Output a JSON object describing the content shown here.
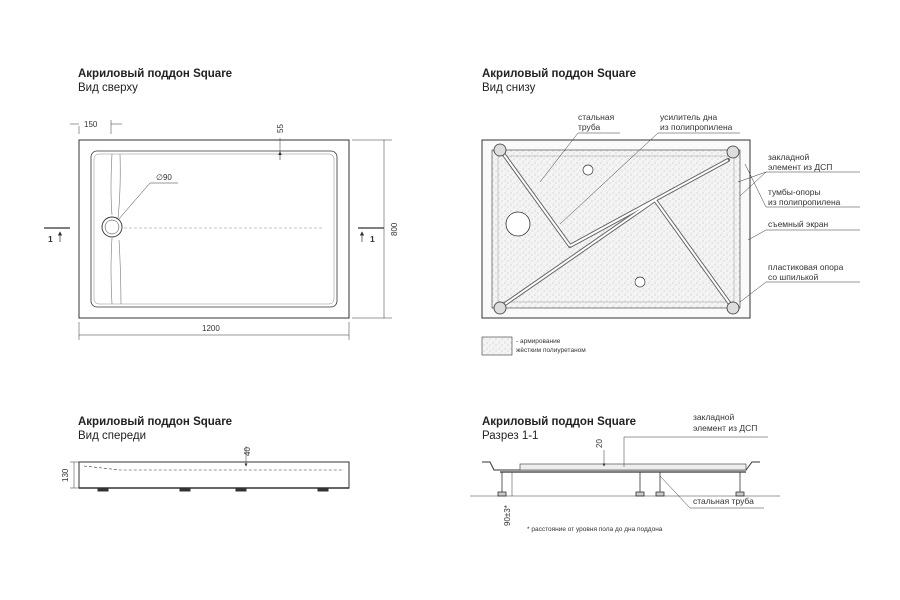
{
  "views": {
    "top": {
      "title": "Акриловый поддон Square",
      "subtitle": "Вид сверху"
    },
    "bottom": {
      "title": "Акриловый поддон Square",
      "subtitle": "Вид снизу"
    },
    "front": {
      "title": "Акриловый поддон Square",
      "subtitle": "Вид спереди"
    },
    "section": {
      "title": "Акриловый поддон Square",
      "subtitle": "Разрез 1-1"
    }
  },
  "dimensions": {
    "d150": "150",
    "d55": "55",
    "diam": "∅90",
    "d800": "800",
    "d1200": "1200",
    "d40": "40",
    "d130": "130",
    "d20": "20",
    "d90": "90±3*",
    "section_mark": "1"
  },
  "labels": {
    "steel_pipe": [
      "стальная",
      "труба"
    ],
    "reinforcement": [
      "усилитель дна",
      "из полипропилена"
    ],
    "embedded": [
      "закладной",
      "элемент из ДСП"
    ],
    "pedestals": [
      "тумбы-опоры",
      "из полипропилена"
    ],
    "screen": "съемный экран",
    "plastic_support": [
      "пластиковая опора",
      "со шпилькой"
    ],
    "legend": [
      "- армирование",
      "жёстким полиуретаном"
    ],
    "section_embedded": [
      "закладной",
      "элемент из ДСП"
    ],
    "section_steel": "стальная труба",
    "footnote": "* расстояние от уровня пола до дна поддона"
  },
  "colors": {
    "line": "#333333",
    "hatch": "#bbbbbb",
    "fill": "#f2f2f2"
  }
}
